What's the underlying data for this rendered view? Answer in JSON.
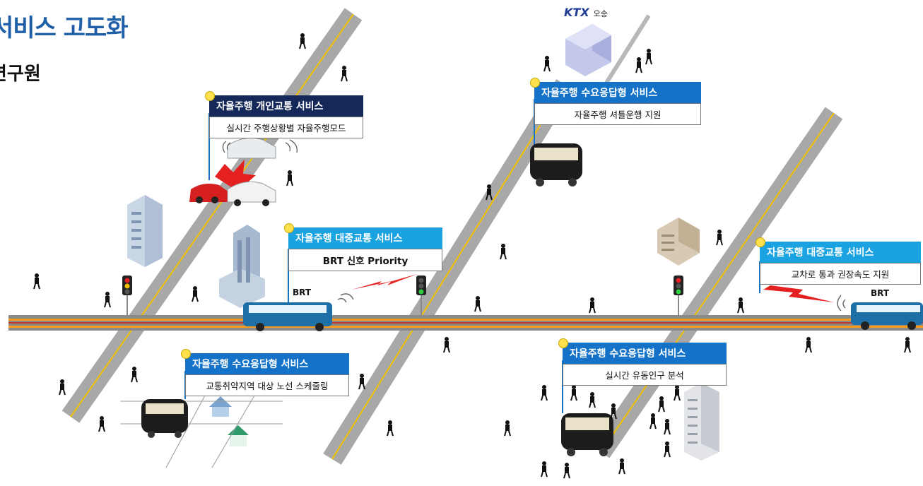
{
  "title": "서비스 고도화",
  "subtitle": "연구원",
  "ktx": {
    "logo": "KTX",
    "station": "오송"
  },
  "bus_label": "BRT",
  "services": [
    {
      "id": "personal",
      "header": "자율주행 개인교통 서비스",
      "body": "실시간 주행상황별 자율주행모드",
      "style": "navy"
    },
    {
      "id": "drt-top",
      "header": "자율주행 수요응답형 서비스",
      "body": "자율주행 셔틀운행 지원",
      "style": "blue"
    },
    {
      "id": "brt-center",
      "header": "자율주행 대중교통 서비스",
      "body": "BRT 신호 Priority",
      "style": "cyan"
    },
    {
      "id": "brt-right",
      "header": "자율주행 대중교통 서비스",
      "body": "교차로 통과 권장속도 지원",
      "style": "cyan"
    },
    {
      "id": "drt-left",
      "header": "자율주행 수요응답형 서비스",
      "body": "교통취약지역 대상 노선 스케줄링",
      "style": "blue"
    },
    {
      "id": "drt-bottom",
      "header": "자율주행 수요응답형 서비스",
      "body": "실시간 유동인구 분석",
      "style": "blue"
    }
  ],
  "colors": {
    "title": "#1f5fa8",
    "navy_header": "#14285a",
    "cyan_header": "#1aa3e0",
    "blue_header": "#1473c8",
    "road": "#9e9e9e",
    "road_lane": "#f2c200",
    "signal": "#e52020"
  }
}
